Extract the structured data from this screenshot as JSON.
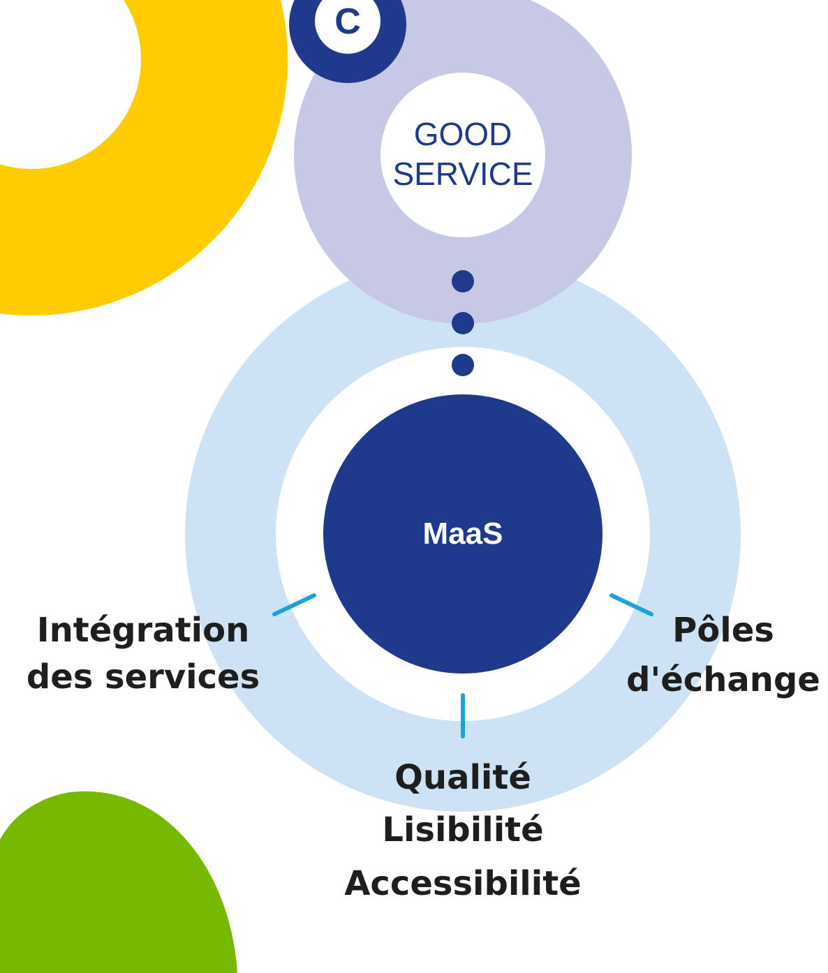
{
  "colors": {
    "yellow": "#FFCC00",
    "green": "#76B900",
    "lavender": "#C7C8E6",
    "light_blue": "#CDE3F5",
    "navy": "#1F3A8C",
    "cyan_connector": "#1BA2DC",
    "text_dark": "#1E1E1E",
    "white": "#FFFFFF"
  },
  "badge": {
    "letter": "C"
  },
  "good_service": {
    "line1": "GOOD",
    "line2": "SERVICE"
  },
  "center": {
    "label": "MaaS"
  },
  "pillars": {
    "left": {
      "line1": "Intégration",
      "line2": "des services"
    },
    "right": {
      "line1": "Pôles",
      "line2": "d'échange"
    },
    "bottom": {
      "line1": "Qualité",
      "line2": "Lisibilité",
      "line3": "Accessibilité"
    }
  }
}
